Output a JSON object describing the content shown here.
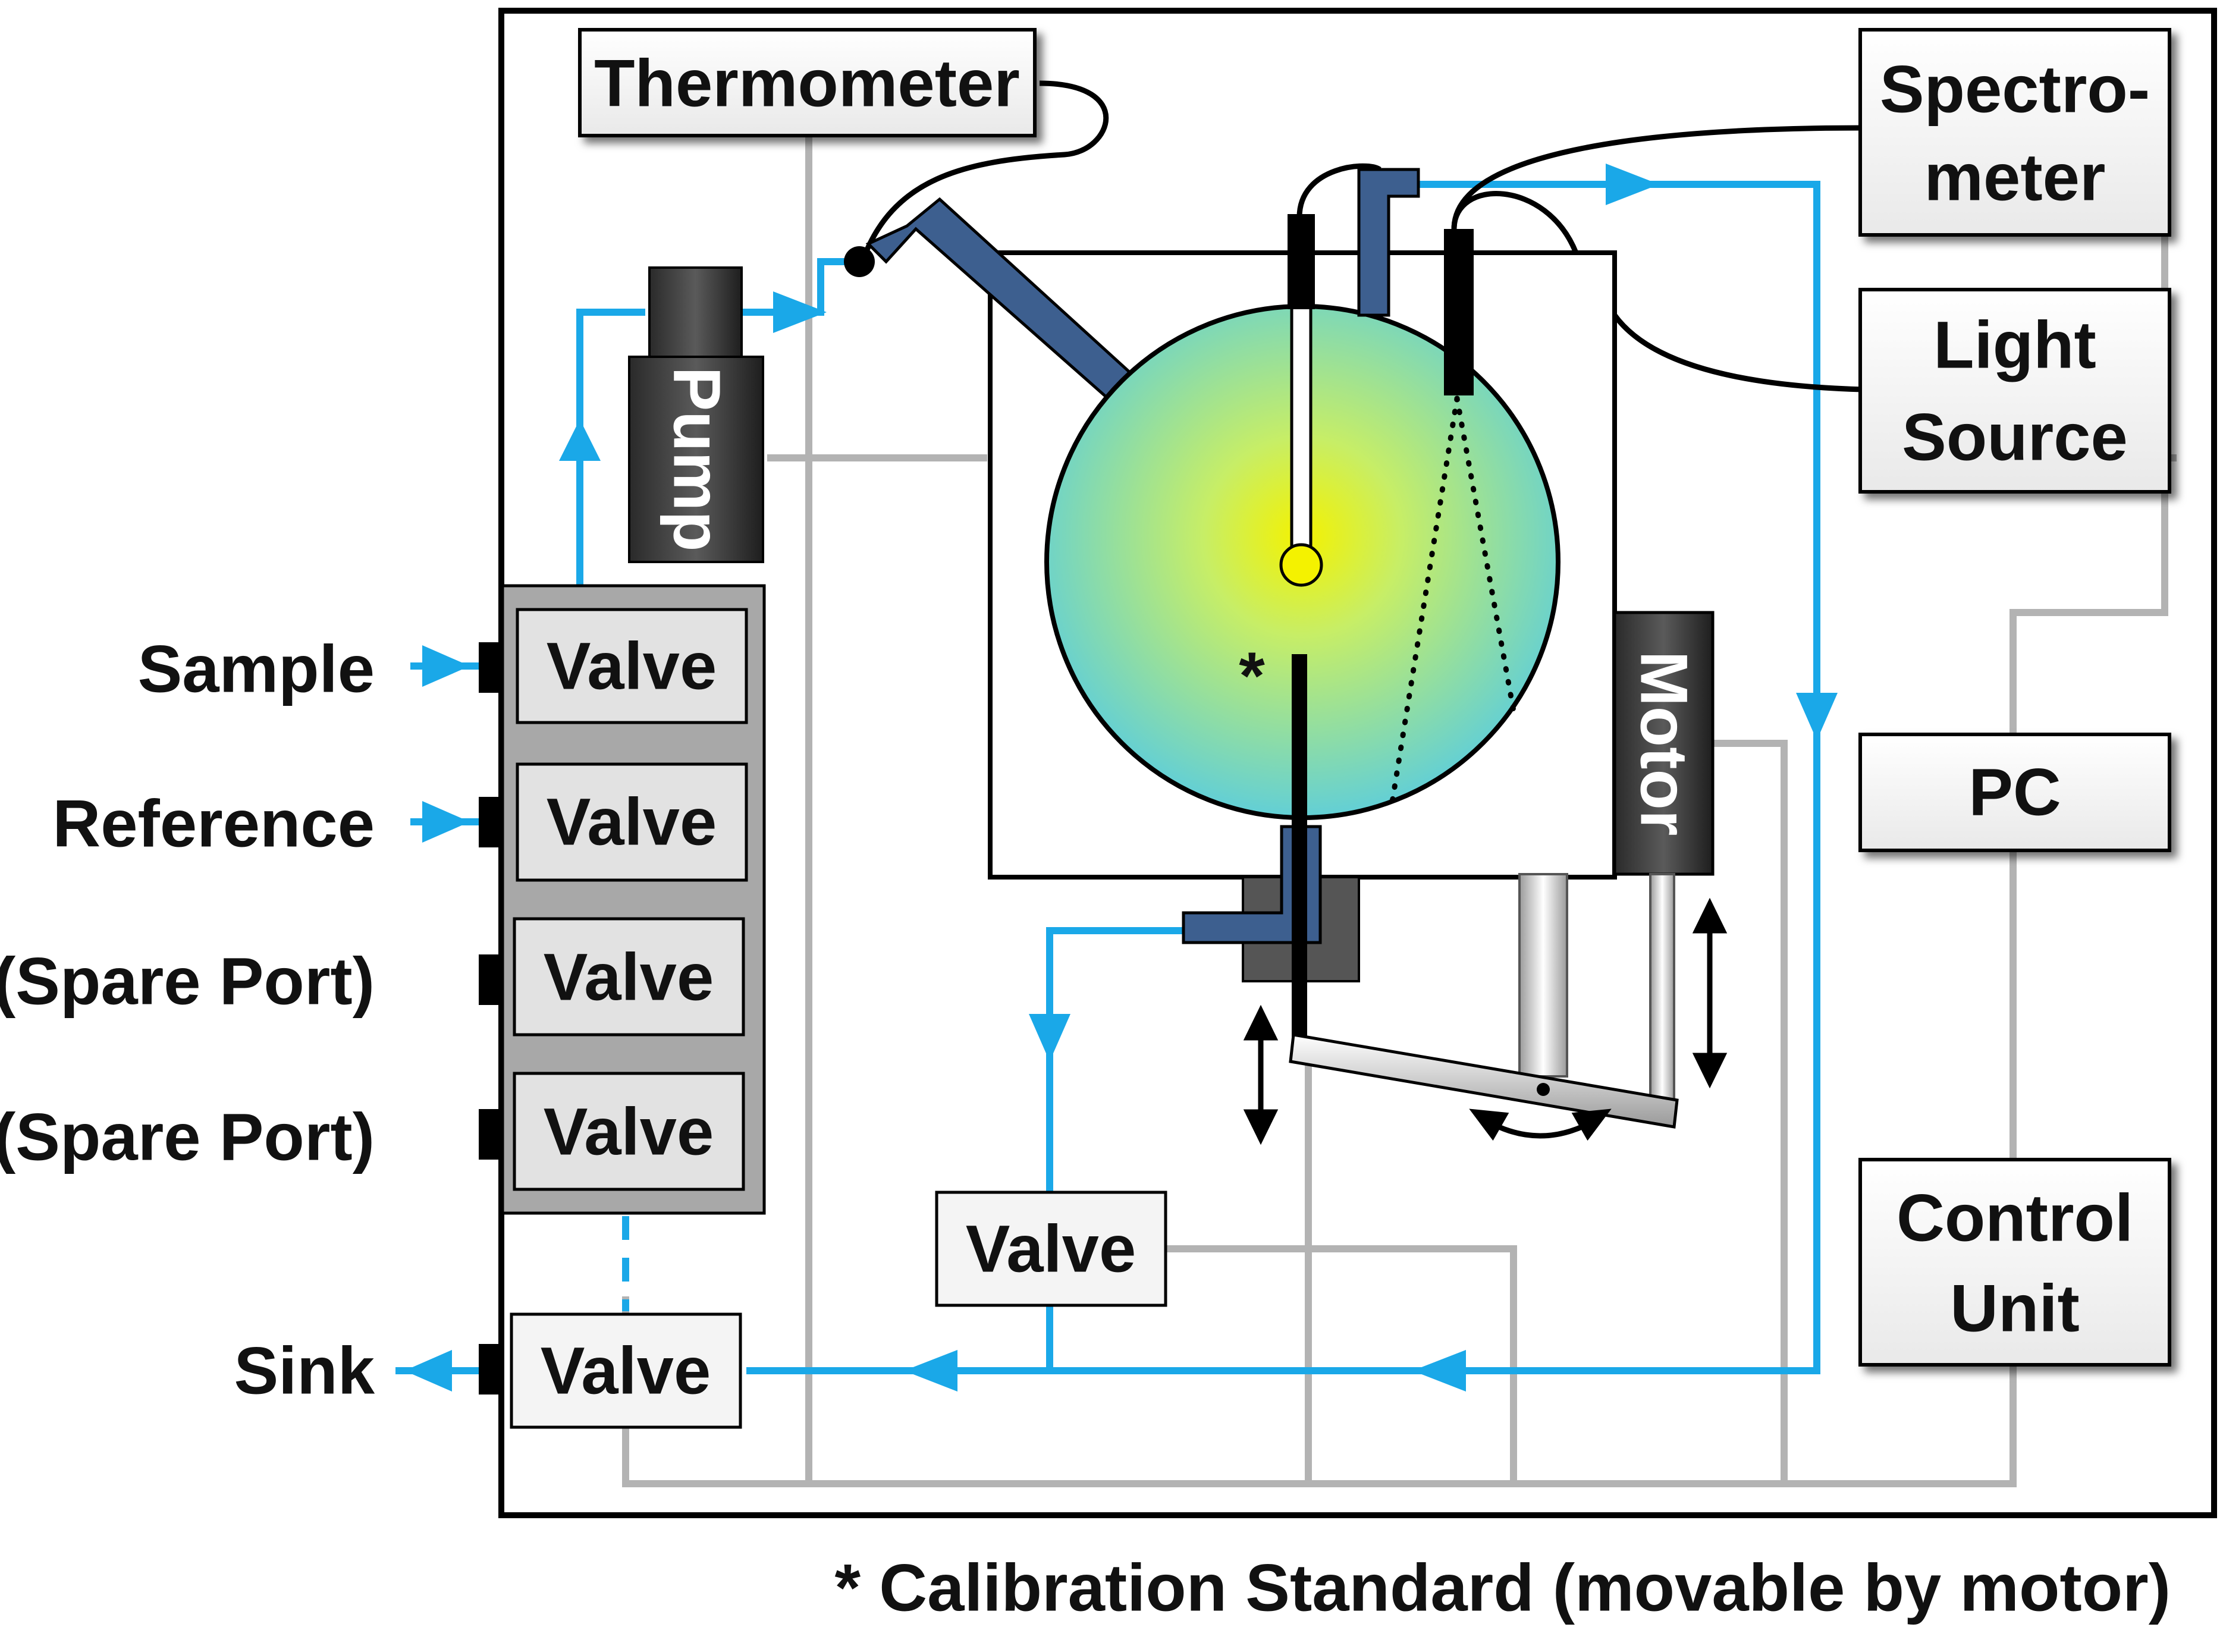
{
  "components": {
    "thermometer": "Thermometer",
    "spectrometer_line1": "Spectro-",
    "spectrometer_line2": "meter",
    "light_source_line1": "Light",
    "light_source_line2": "Source",
    "pc": "PC",
    "control_unit_line1": "Control",
    "control_unit_line2": "Unit",
    "pump": "Pump",
    "motor": "Motor",
    "valve": "Valve"
  },
  "ports": {
    "sample": "Sample",
    "reference": "Reference",
    "spare1": "(Spare Port)",
    "spare2": "(Spare Port)",
    "sink": "Sink"
  },
  "calibration_marker": "*",
  "footnote": "* Calibration Standard (movable by motor)",
  "colors": {
    "flow": "#1aa8e8",
    "control_wire": "#b3b3b3",
    "probe_blue": "#3d5f8f",
    "frame": "#000000"
  }
}
